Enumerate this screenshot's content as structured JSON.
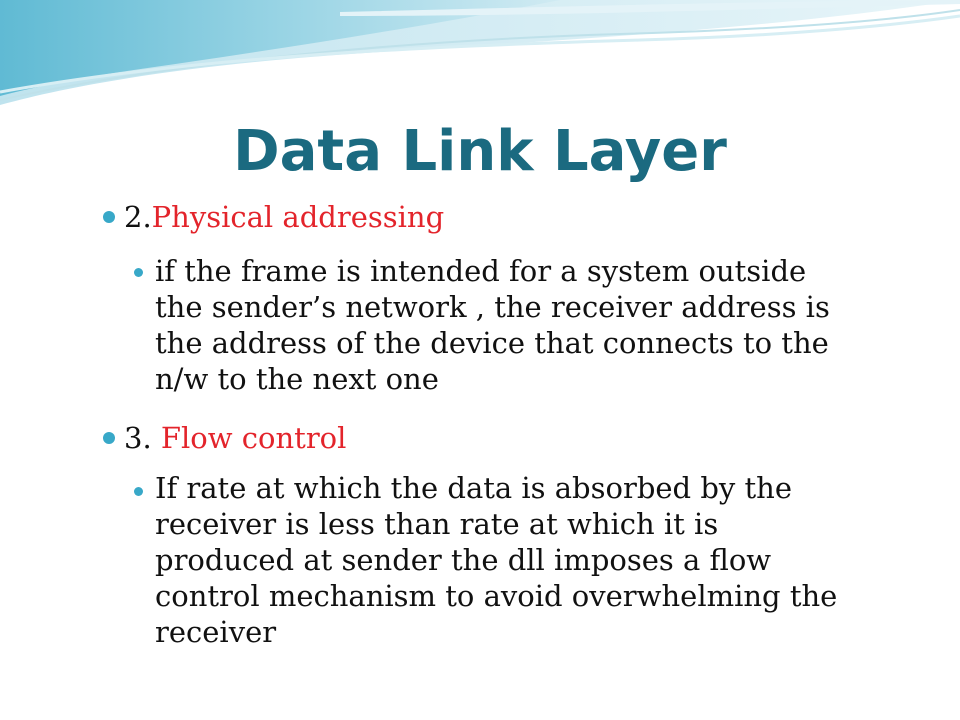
{
  "slide": {
    "title": "Data Link Layer",
    "points": [
      {
        "number": "2.",
        "heading": "Physical addressing",
        "sub_lines": [
          "if the frame is intended for a system outside",
          "the sender’s network , the receiver address is",
          "the address of the device that connects to the",
          "n/w to the next one"
        ]
      },
      {
        "number": "3. ",
        "heading": "Flow control",
        "sub_lines": [
          "If rate at which the data is absorbed by the",
          "receiver is less than rate at which it is",
          "produced at sender the dll imposes a flow",
          "control mechanism to avoid overwhelming the",
          "receiver"
        ]
      }
    ]
  },
  "colors": {
    "title": "#1b6a80",
    "heading_accent": "#e3242b",
    "bullet": "#38a8c8",
    "body_text": "#111111"
  }
}
